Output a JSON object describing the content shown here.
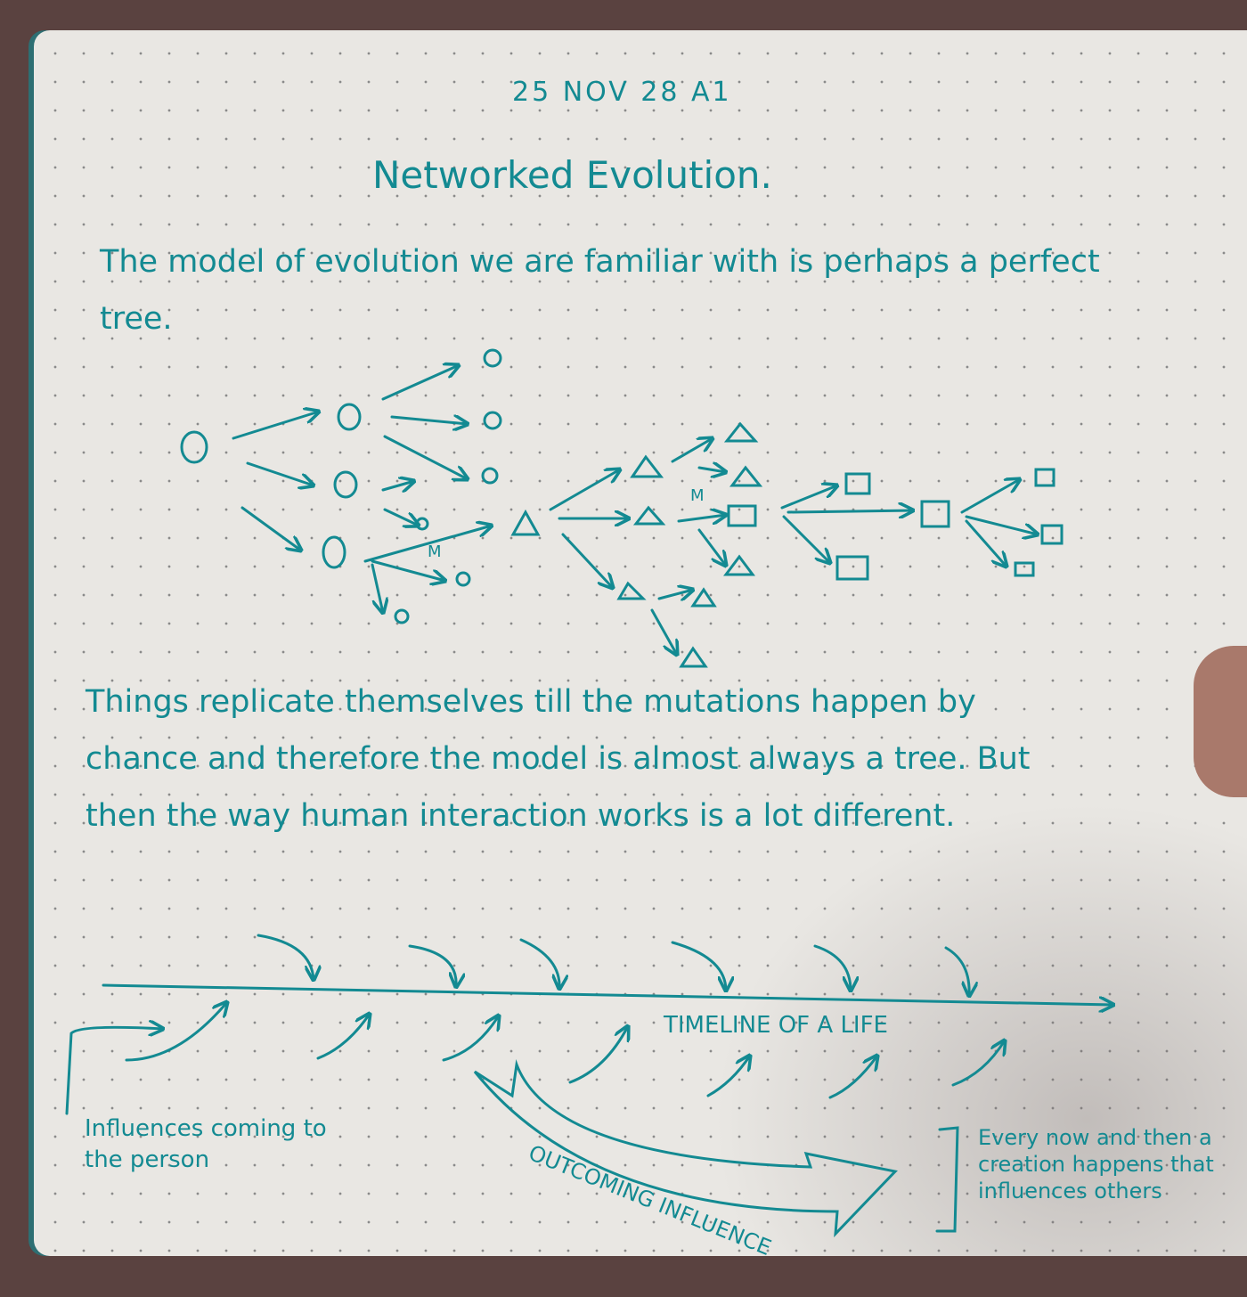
{
  "header": {
    "date": "25 NOV 28 A1",
    "title": "Networked Evolution."
  },
  "intro": "The model of evolution we are familiar with is perhaps a perfect tree.",
  "tree_diagram": {
    "mutation_label": "M",
    "shapes": [
      "circle",
      "triangle",
      "square"
    ]
  },
  "body": "Things replicate themselves till the mutations happen by chance and therefore the model is almost always a tree. But then the way human interaction works is a lot different.",
  "timeline": {
    "label": "TIMELINE OF A LIFE",
    "incoming_note": "Influences coming to the person",
    "outgoing_label": "OUTCOMING INFLUENCE",
    "creation_note": "Every now and then a creation happens that influences others"
  },
  "colors": {
    "ink": "#138a92",
    "paper": "#e9e7e3"
  }
}
